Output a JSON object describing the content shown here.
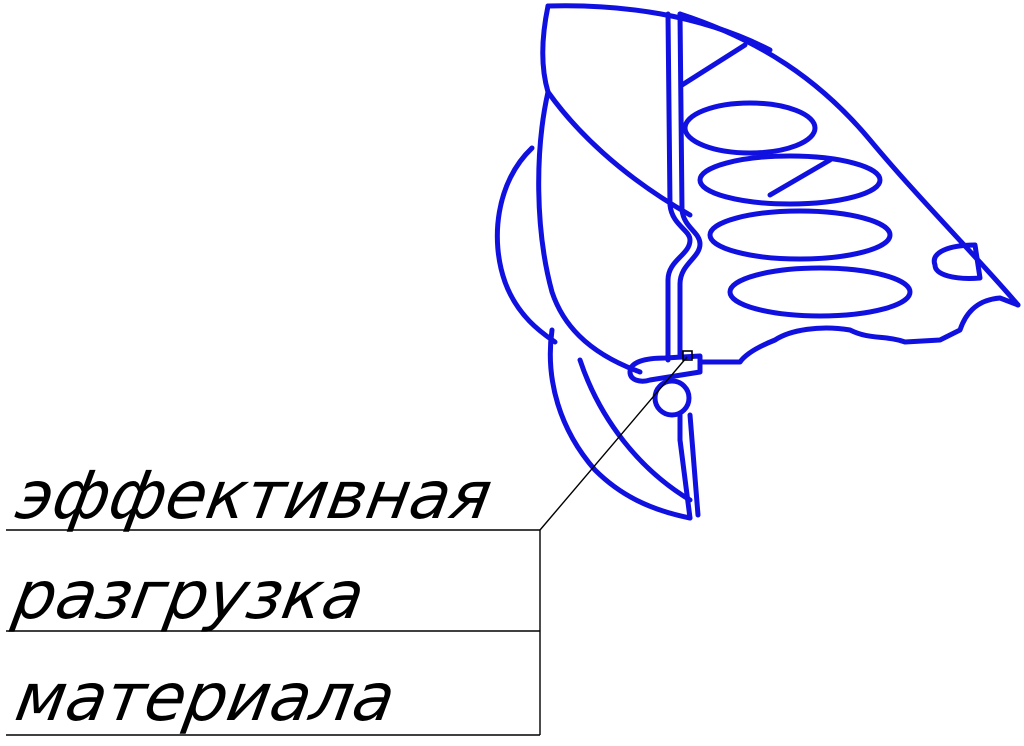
{
  "diagram": {
    "annotation_lines": [
      "эффективная",
      "разгрузка",
      "материала"
    ],
    "colors": {
      "part_stroke": "#1010e0",
      "leader_stroke": "#000000",
      "background": "#ffffff"
    }
  }
}
